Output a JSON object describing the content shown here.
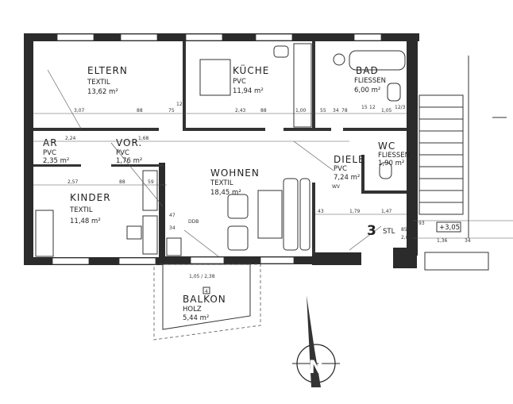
{
  "rooms": [
    {
      "name": "ELTERN",
      "floor": "TEXTIL",
      "area": "13,62 m²"
    },
    {
      "name": "KÜCHE",
      "floor": "PVC",
      "area": "11,94 m²"
    },
    {
      "name": "BAD",
      "floor": "FLIESSEN",
      "area": "6,00 m²"
    },
    {
      "name": "AR",
      "floor": "PVC",
      "area": "2,35 m²"
    },
    {
      "name": "VOR.",
      "floor": "PVC",
      "area": "1,76 m²"
    },
    {
      "name": "WOHNEN",
      "floor": "TEXTIL",
      "area": "18,45 m²"
    },
    {
      "name": "KINDER",
      "floor": "TEXTIL",
      "area": "11,48 m²"
    },
    {
      "name": "DIELE",
      "floor": "PVC",
      "area": "7,24 m²"
    },
    {
      "name": "WC",
      "floor": "FLIESSEN",
      "area": "1,90 m²"
    },
    {
      "name": "BALKON",
      "floor": "HOLZ",
      "area": "5,44 m²"
    }
  ],
  "labels": {
    "unit_number": "3",
    "stl": "STL",
    "level": "+3,05",
    "balcony_marker": "4",
    "balcony_dims": "1,05 / 2,38",
    "north": "N",
    "ddb": "DDB",
    "wv": "WV"
  },
  "dimensions": [
    "3,07",
    "88",
    "75",
    "12",
    "2,43",
    "88",
    "1,00",
    "55",
    "34",
    "78",
    "15",
    "12",
    "1,05",
    "12/3",
    "2,24",
    "1,68",
    "2,57",
    "88",
    "59",
    "47",
    "34",
    "1,79",
    "1,47",
    "43",
    "85",
    "93",
    "1,36",
    "34",
    "2,00"
  ]
}
